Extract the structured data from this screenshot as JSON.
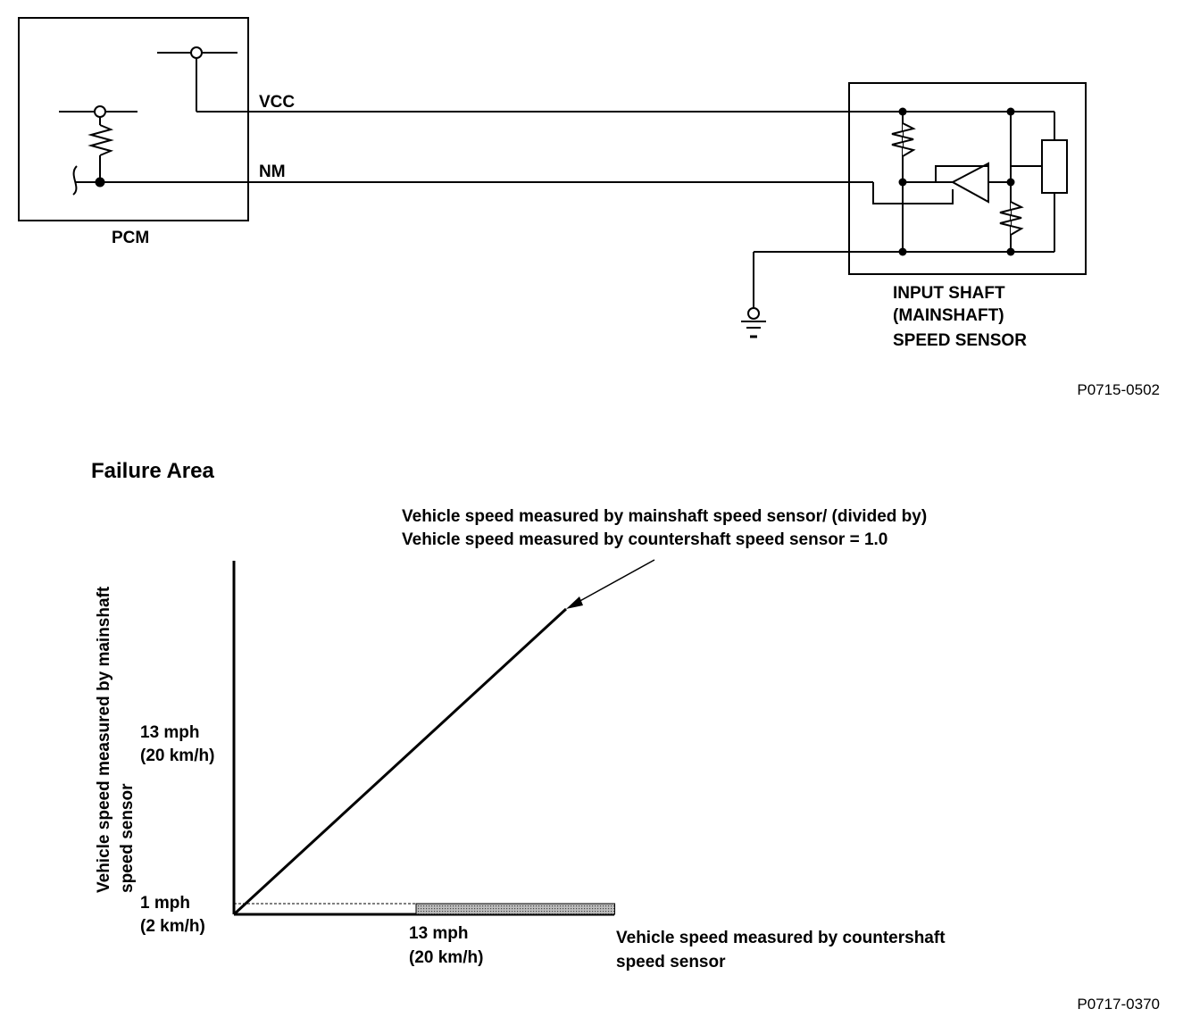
{
  "wiring_diagram": {
    "pcm_label": "PCM",
    "vcc_label": "VCC",
    "nm_label": "NM",
    "sensor_label_lines": [
      "INPUT SHAFT",
      "(MAINSHAFT)",
      "SPEED SENSOR"
    ],
    "reference_code": "P0715-0502"
  },
  "failure_chart": {
    "title": "Failure Area",
    "y_axis_label_lines": [
      "Vehicle speed measured by mainshaft",
      "speed sensor"
    ],
    "x_axis_label_lines": [
      "Vehicle speed measured by countershaft",
      "speed sensor"
    ],
    "y_tick_13_lines": [
      "13 mph",
      "(20 km/h)"
    ],
    "y_tick_1_lines": [
      "1 mph",
      "(2 km/h)"
    ],
    "x_tick_13_lines": [
      "13 mph",
      "(20 km/h)"
    ],
    "ratio_annotation_lines": [
      "Vehicle speed measured by mainshaft speed sensor/ (divided by)",
      "Vehicle speed measured by countershaft speed sensor = 1.0"
    ],
    "reference_code": "P0717-0370"
  },
  "chart_data": {
    "type": "line",
    "title": "Failure Area",
    "xlabel": "Vehicle speed measured by countershaft speed sensor",
    "ylabel": "Vehicle speed measured by mainshaft speed sensor",
    "series": [
      {
        "name": "Vehicle speed measured by mainshaft speed sensor/ (divided by) Vehicle speed measured by countershaft speed sensor = 1.0",
        "x_mph": [
          0,
          21
        ],
        "y_mph": [
          0,
          21
        ]
      }
    ],
    "failure_area": {
      "x_from_mph": 11,
      "x_to_mph": 23,
      "y_below_mph": 1
    },
    "y_ticks_mph": [
      1,
      13
    ],
    "x_ticks_mph": [
      13
    ]
  }
}
